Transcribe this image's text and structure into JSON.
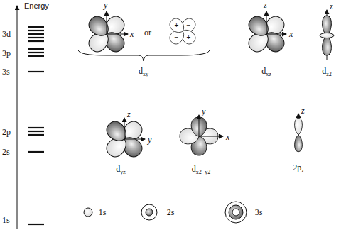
{
  "diagram": {
    "labels": [
      "Energy",
      "3d",
      "3p",
      "3s",
      "2p",
      "2s",
      "1s",
      "y",
      "x",
      "or",
      "+",
      "−",
      "−",
      "+",
      "dxy",
      "z",
      "x",
      "dxz",
      "z",
      "dz2",
      "z",
      "y",
      "dyz",
      "y",
      "x",
      "dx2−y2",
      "z",
      "2pz",
      "1s",
      "2s",
      "3s"
    ]
  }
}
